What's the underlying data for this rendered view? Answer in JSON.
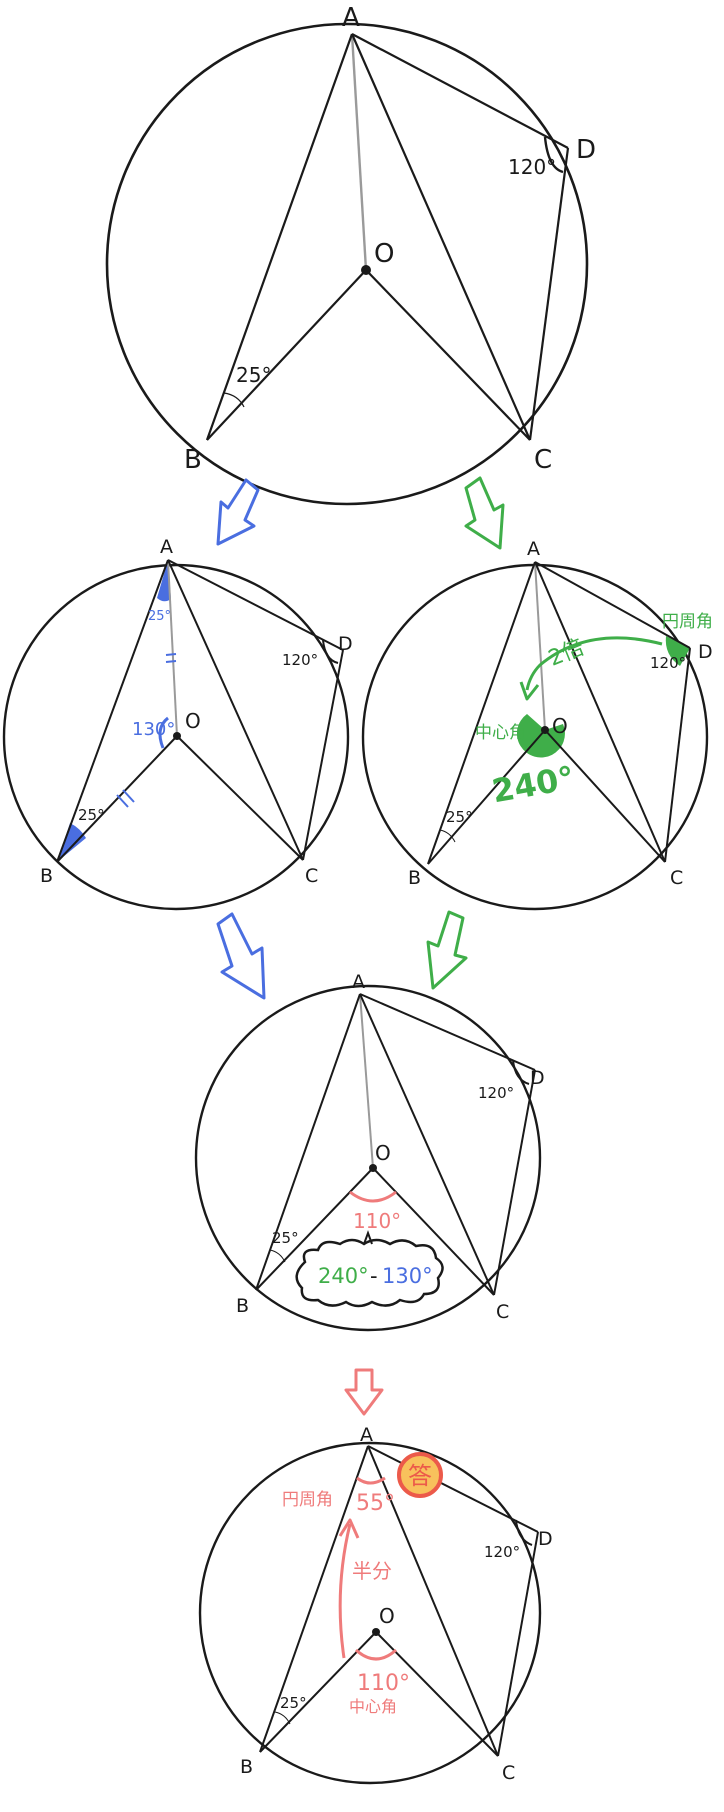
{
  "colors": {
    "ink": "#1a1a1a",
    "radius_gray": "#9a9a9a",
    "blue": "#4a6ee0",
    "green": "#3fae49",
    "red": "#ef7b7b",
    "answer_fill": "#f8c15c",
    "answer_ring": "#ec5a4a"
  },
  "panels": {
    "main": {
      "A": "A",
      "B": "B",
      "C": "C",
      "D": "D",
      "O": "O",
      "angle_D": "120°",
      "angle_B": "25°"
    },
    "blue": {
      "A": "A",
      "B": "B",
      "C": "C",
      "D": "D",
      "O": "O",
      "angle_D": "120°",
      "angle_B": "25°",
      "angle_A_small": "25°",
      "angle_AOB": "130°",
      "equal_mark_1": "=",
      "equal_mark_2": "#"
    },
    "green": {
      "A": "A",
      "B": "B",
      "C": "C",
      "D": "D",
      "O": "O",
      "angle_D": "120°",
      "angle_B": "25°",
      "inscribed_label": "円周角",
      "double_label": "2倍",
      "central_label": "中心角",
      "central_value": "240°"
    },
    "combine": {
      "A": "A",
      "B": "B",
      "C": "C",
      "D": "D",
      "O": "O",
      "angle_D": "120°",
      "angle_B": "25°",
      "result": "110°",
      "formula_green": "240°",
      "formula_minus": "-",
      "formula_blue": "130°"
    },
    "answer": {
      "A": "A",
      "B": "B",
      "C": "C",
      "D": "D",
      "O": "O",
      "angle_D": "120°",
      "angle_B": "25°",
      "inscribed_label": "円周角",
      "answer_value": "55°",
      "answer_badge": "答",
      "half_label": "半分",
      "central_value": "110°",
      "central_label": "中心角"
    }
  },
  "arrows": [
    {
      "color": "blue",
      "direction": "down-left"
    },
    {
      "color": "green",
      "direction": "down-right"
    },
    {
      "color": "blue",
      "direction": "down-right"
    },
    {
      "color": "green",
      "direction": "down-left"
    },
    {
      "color": "red",
      "direction": "down"
    }
  ]
}
